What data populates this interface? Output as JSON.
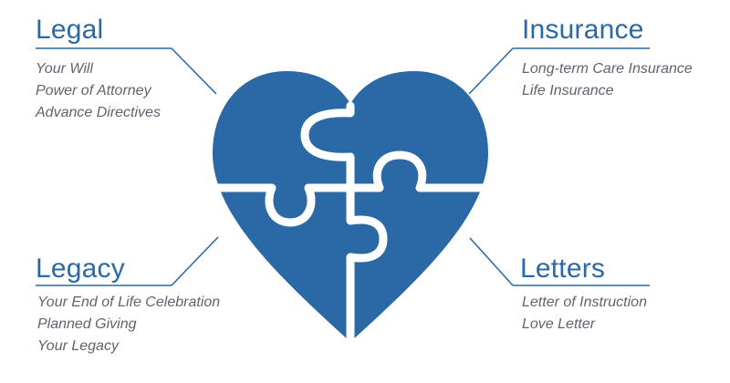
{
  "quadrants": [
    {
      "heading": "Legal",
      "items": [
        "Your Will",
        "Power of Attorney",
        "Advance Directives"
      ]
    },
    {
      "heading": "Insurance",
      "items": [
        "Long-term Care Insurance",
        "Life Insurance"
      ]
    },
    {
      "heading": "Legacy",
      "items": [
        "Your End of Life Celebration",
        "Planned Giving",
        "Your Legacy"
      ]
    },
    {
      "heading": "Letters",
      "items": [
        "Letter of Instruction",
        "Love Letter"
      ]
    }
  ],
  "colors": {
    "heart": "#2a69a6",
    "connector": "#2a69a6",
    "heading": "#2a69a6",
    "text": "#5d6570",
    "seam": "#ffffff"
  },
  "icons": {
    "center": "puzzle-heart-icon"
  }
}
